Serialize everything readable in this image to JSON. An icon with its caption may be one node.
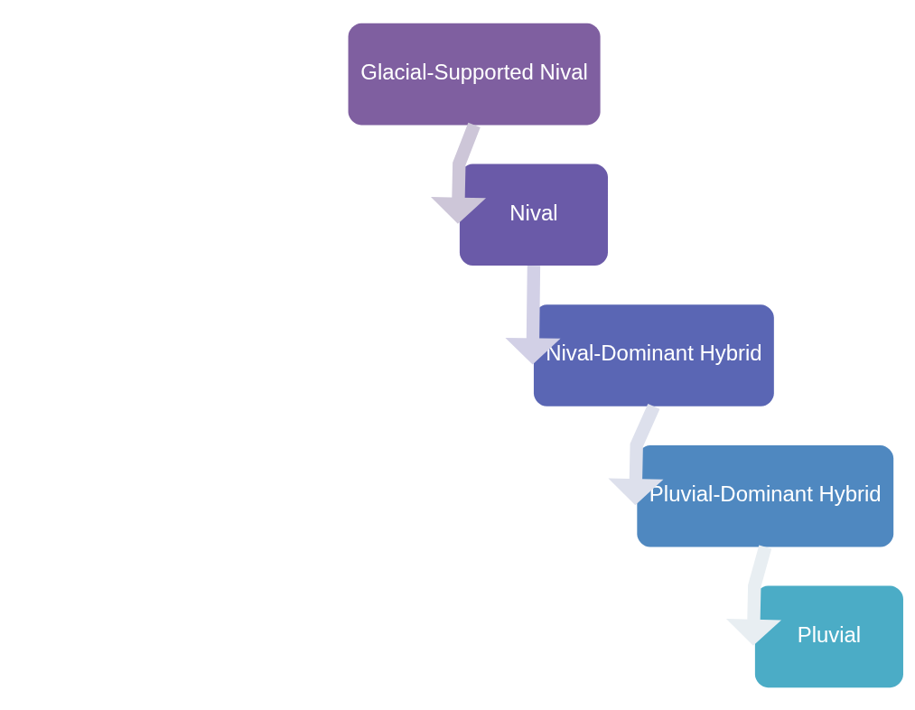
{
  "diagram": {
    "nodes": [
      {
        "text": [
          "Glacial-Supported Nival"
        ]
      },
      {
        "text": [
          "Nival"
        ]
      },
      {
        "text": [
          "Nival-Dominant Hybrid"
        ]
      },
      {
        "text": [
          "Pluvial-Dominant Hybrid"
        ]
      },
      {
        "text": [
          "Pluvial"
        ]
      }
    ],
    "edges": [
      {
        "from": 0,
        "to": 1,
        "arrow": "to",
        "color": "#cdc6d8"
      },
      {
        "from": 1,
        "to": 2,
        "arrow": "to",
        "color": "#d2d0e6"
      },
      {
        "from": 2,
        "to": 3,
        "arrow": "to",
        "color": "#dde0ec"
      },
      {
        "from": 3,
        "to": 4,
        "arrow": "to",
        "color": "#e8eef2"
      }
    ]
  }
}
